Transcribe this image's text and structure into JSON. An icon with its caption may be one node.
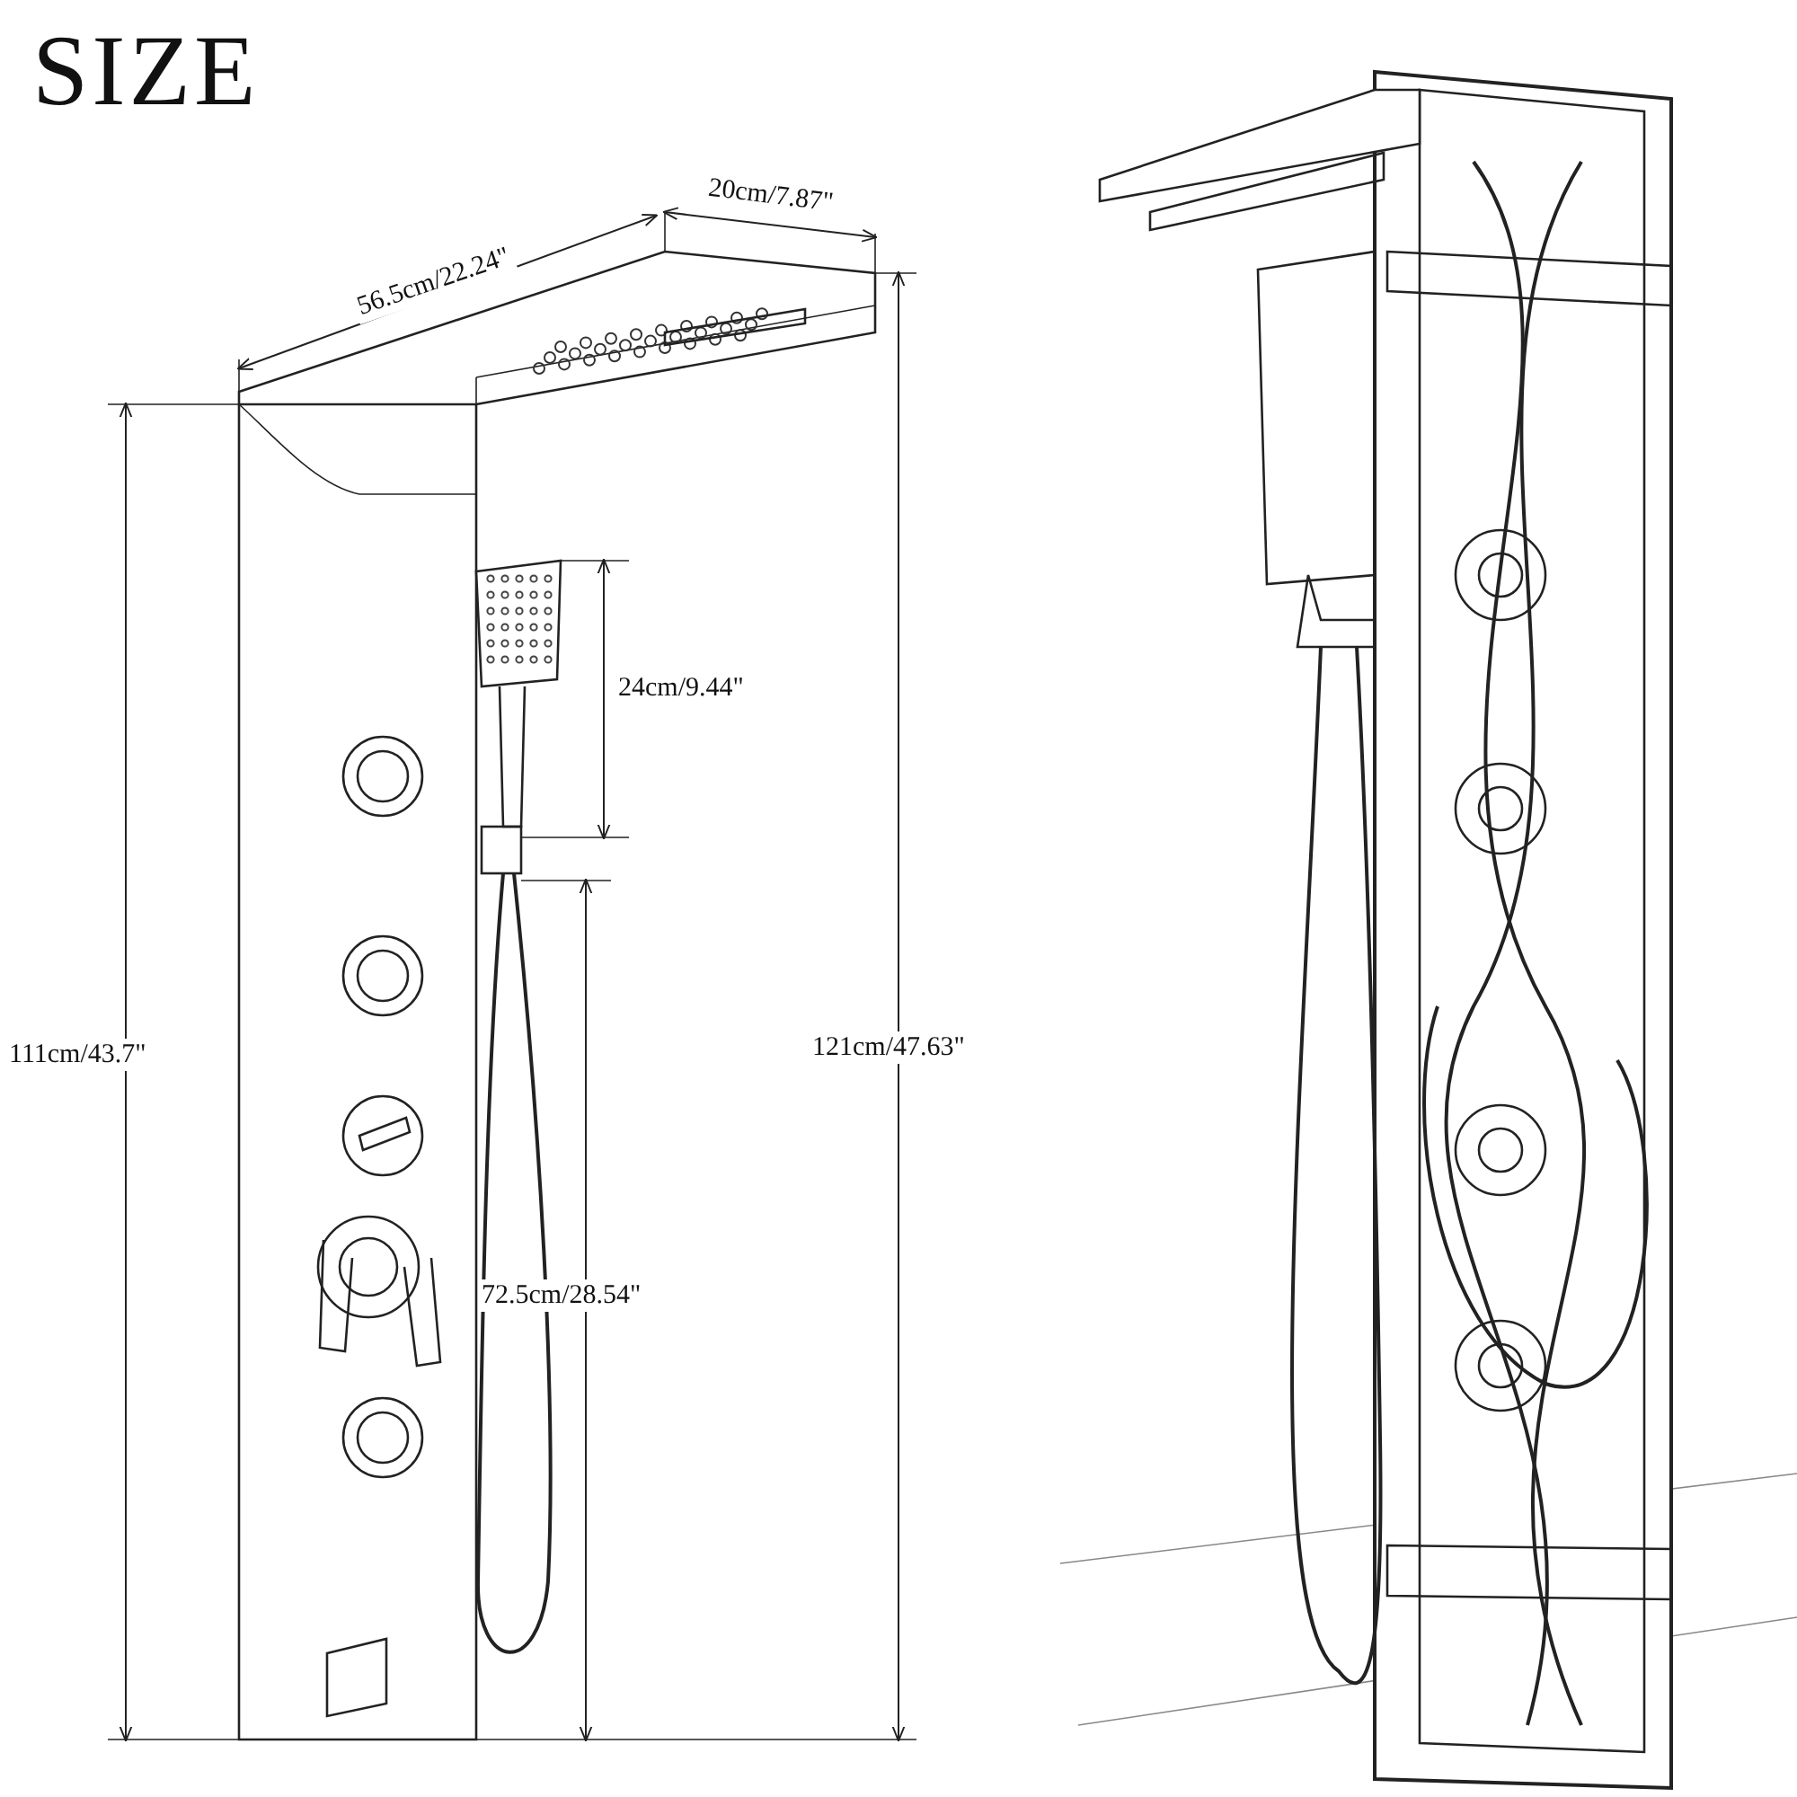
{
  "diagram": {
    "title": "SIZE",
    "labels": [
      "20cm/7.87\"",
      "56.5cm/22.24\"",
      "24cm/9.44\"",
      "111cm/43.7\"",
      "121cm/47.63\"",
      "72.5cm/28.54\""
    ]
  }
}
